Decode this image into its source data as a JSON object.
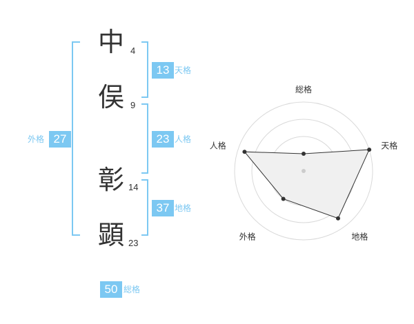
{
  "name": {
    "chars": [
      {
        "char": "中",
        "strokes": "4"
      },
      {
        "char": "俣",
        "strokes": "9"
      },
      {
        "char": "彰",
        "strokes": "14"
      },
      {
        "char": "顕",
        "strokes": "23"
      }
    ]
  },
  "kaku": {
    "tenkaku": {
      "value": "13",
      "label": "天格"
    },
    "jinkaku": {
      "value": "23",
      "label": "人格"
    },
    "chikaku": {
      "value": "37",
      "label": "地格"
    },
    "gaikaku": {
      "value": "27",
      "label": "外格"
    },
    "soukaku": {
      "value": "50",
      "label": "総格"
    }
  },
  "colors": {
    "accent": "#7cc8f2",
    "text": "#333333"
  },
  "chart_data": {
    "type": "radar",
    "axes": [
      "総格",
      "天格",
      "地格",
      "外格",
      "人格"
    ],
    "values": [
      0.25,
      1.0,
      0.85,
      0.5,
      0.9
    ],
    "rings": 4
  }
}
